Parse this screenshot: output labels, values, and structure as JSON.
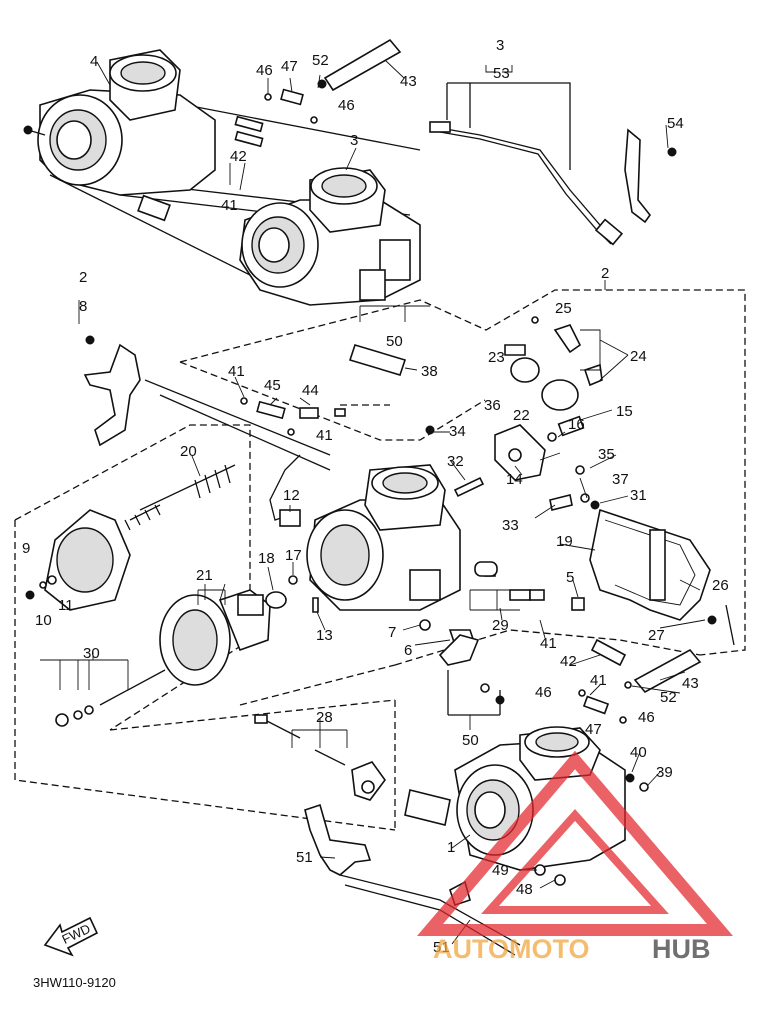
{
  "diagram_code": "3HW110-9120",
  "fwd_label": "FWD",
  "watermark": {
    "text_left": "AUTOMOTO",
    "text_right": "HUB",
    "color_primary": "#e2262b",
    "color_secondary": "#f2a33a",
    "color_dark": "#3a3a3a"
  },
  "callouts": {
    "c1": "1",
    "c2a": "2",
    "c2b": "2",
    "c3a": "3",
    "c3b": "3",
    "c4": "4",
    "c5": "5",
    "c6": "6",
    "c7": "7",
    "c8": "8",
    "c9": "9",
    "c10": "10",
    "c11": "11",
    "c12": "12",
    "c13": "13",
    "c14": "14",
    "c15": "15",
    "c16": "16",
    "c17": "17",
    "c18": "18",
    "c19": "19",
    "c20": "20",
    "c21": "21",
    "c22": "22",
    "c23": "23",
    "c24": "24",
    "c25": "25",
    "c26": "26",
    "c27": "27",
    "c28": "28",
    "c29": "29",
    "c30": "30",
    "c31": "31",
    "c32": "32",
    "c33": "33",
    "c34": "34",
    "c35": "35",
    "c36": "36",
    "c37": "37",
    "c38": "38",
    "c39": "39",
    "c40": "40",
    "c41a": "41",
    "c41b": "41",
    "c41c": "41",
    "c41d": "41",
    "c42a": "42",
    "c42b": "42",
    "c43a": "43",
    "c43b": "43",
    "c44": "44",
    "c45": "45",
    "c46a": "46",
    "c46b": "46",
    "c46c": "46",
    "c46d": "46",
    "c47a": "47",
    "c47b": "47",
    "c48": "48",
    "c49": "49",
    "c50a": "50",
    "c50b": "50",
    "c51a": "51",
    "c51b": "51",
    "c52a": "52",
    "c52b": "52",
    "c53": "53",
    "c54": "54"
  }
}
